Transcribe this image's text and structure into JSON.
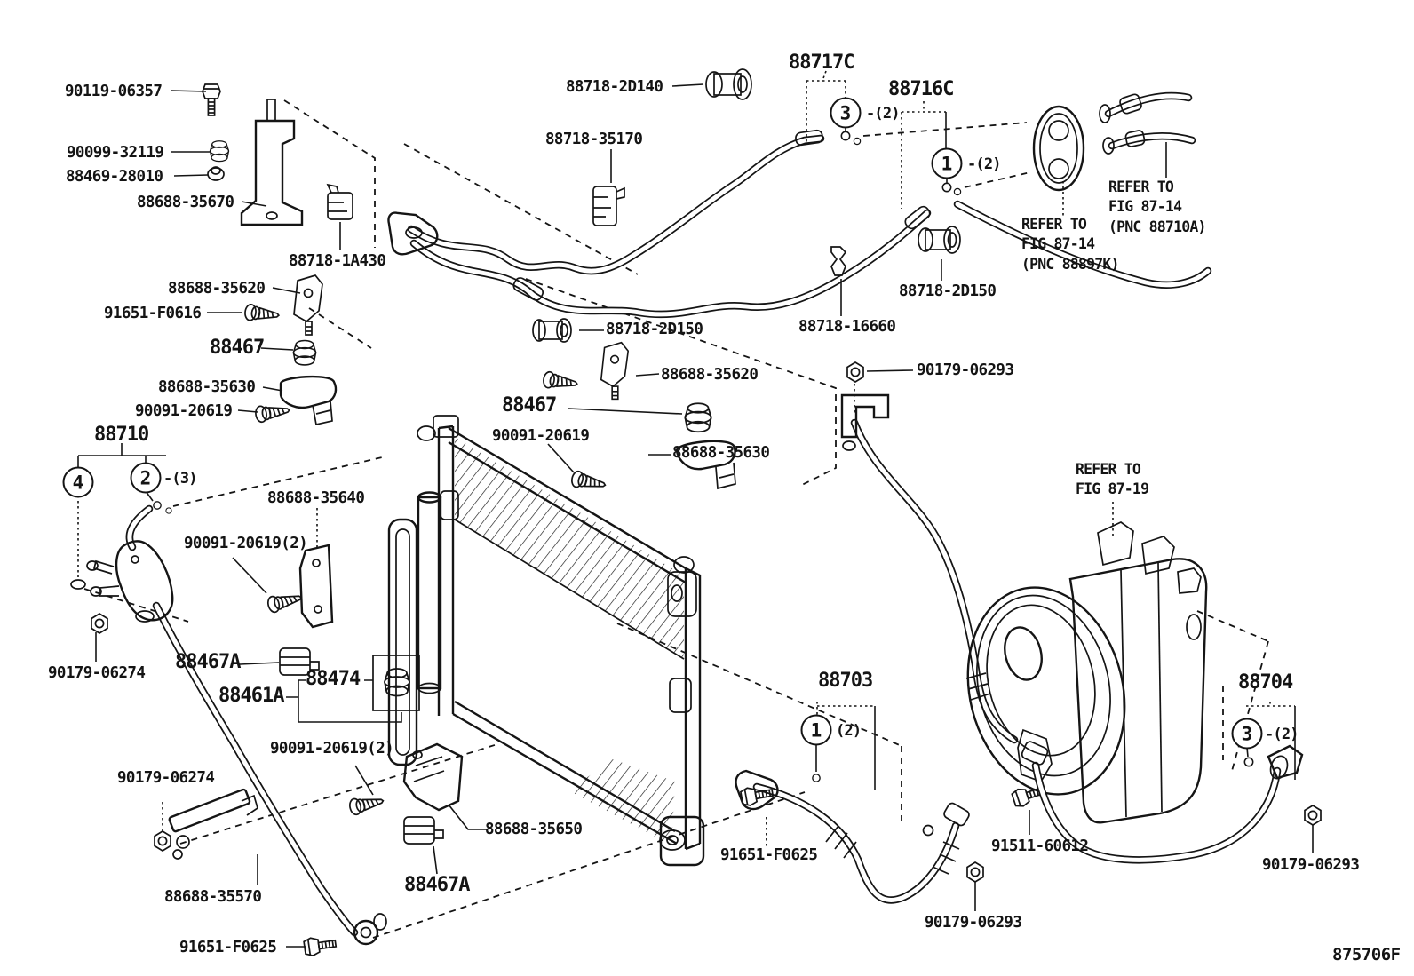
{
  "figure_code": "875706F",
  "labels": [
    "90119-06357",
    "90099-32119",
    "88469-28010",
    "88688-35670",
    "88718-1A430",
    "88688-35620",
    "91651-F0616",
    "88467",
    "88688-35630",
    "90091-20619",
    "88710",
    "88688-35640",
    "90091-20619(2)",
    "90179-06274",
    "88467A",
    "88474",
    "88461A",
    "90091-20619(2)",
    "90179-06274",
    "88688-35570",
    "91651-F0625",
    "88467A",
    "88688-35650",
    "88718-2D140",
    "88717C",
    "88718-35170",
    "88716C",
    "88718-2D150",
    "88718-16660",
    "88718-2D150",
    "88688-35620",
    "88467",
    "90091-20619",
    "88688-35630",
    "90179-06293",
    "88703",
    "91651-F0625",
    "91511-60612",
    "90179-06293",
    "88704",
    "90179-06293"
  ],
  "callouts": [
    {
      "num": "3",
      "suffix": "-(2)"
    },
    {
      "num": "1",
      "suffix": "-(2)"
    },
    {
      "num": "4",
      "suffix": ""
    },
    {
      "num": "2",
      "suffix": "-(3)"
    },
    {
      "num": "1",
      "suffix": "(2)"
    },
    {
      "num": "3",
      "suffix": "-(2)"
    }
  ],
  "refer_notes": [
    [
      "REFER TO",
      "FIG 87-14",
      "(PNC 88897K)"
    ],
    [
      "REFER TO",
      "FIG 87-14",
      "(PNC 88710A)"
    ],
    [
      "REFER TO",
      "FIG 87-19"
    ]
  ]
}
